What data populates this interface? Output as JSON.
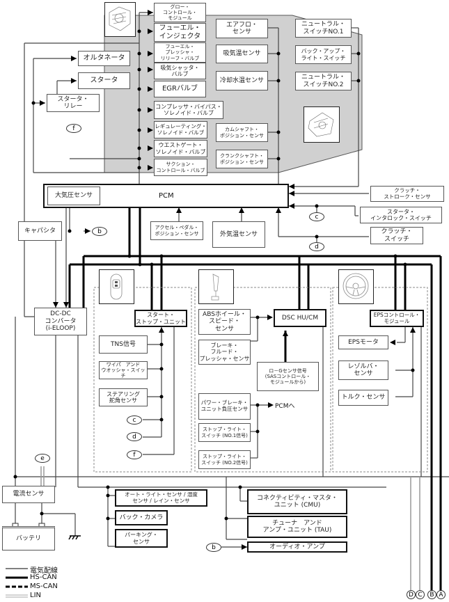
{
  "engine_area": {
    "actuators": [
      "グロー・\nコントロール・\nモジュール",
      "フューエル・\nインジェクタ",
      "フューエル・\nプレッシャ・\nリリーフ・バルブ",
      "吸気シャッタ・\nバルブ",
      "EGRバルブ",
      "コンプレッサ・バイパス・\nソレノイド・バルブ",
      "レギュレーティング・\nソレノイド・バルブ",
      "ウエストゲート・\nソレノイド・バルブ",
      "サクション・\nコントロール・バルブ"
    ],
    "sensors": [
      "エアフロ・\nセンサ",
      "吸気温センサ",
      "冷却水温センサ",
      "カムシャフト・\nポジション・センサ",
      "クランクシャフト・\nポジション・センサ"
    ],
    "transmission_switches": [
      "ニュートラル・\nスイッチNO.1",
      "バック・アップ・\nライト・スイッチ",
      "ニュートラル・\nスイッチNO.2"
    ]
  },
  "charging": {
    "alternator": "オルタネータ",
    "starter": "スタータ",
    "starter_relay": "スタータ・\nリレー"
  },
  "pcm": {
    "label": "PCM",
    "baro_sensor": "大気圧センサ",
    "inputs_right": [
      "クラッチ・\nストローク・センサ",
      "スタータ・\nインタロック・スイッチ",
      "クラッチ・\nスイッチ"
    ],
    "inputs_bottom": [
      "アクセル・ペダル・\nポジション・センサ",
      "外気温センサ"
    ]
  },
  "capacitor": "キャパシタ",
  "dcdc": "DC-DC\nコンバータ\n(i-ELOOP)",
  "start_stop": {
    "unit": "スタート・\nストップ・ユニット",
    "inputs": [
      "TNS信号",
      "ワイパ　アンド\nウオッシャ・スイッチ",
      "ステアリング\n舵角センサ"
    ]
  },
  "dsc": {
    "unit": "DSC HU/CM",
    "abs": "ABSホイール・\nスピード・\nセンサ",
    "brake_fluid": "ブレーキ・\nフルード・\nプレッシャ・センサ",
    "lowg": "ロ－Gセンサ信号\n(SASコントロール・\nモジュールから)",
    "power_brake": "パワー・ブレーキ・\nユニット負圧センサ",
    "stop_light1": "ストップ・ライト・\nスイッチ (NO.1信号)",
    "stop_light2": "ストップ・ライト・\nスイッチ (NO.2信号)",
    "to_pcm": "PCMへ"
  },
  "eps": {
    "module": "EPSコントロール・\nモジュール",
    "motor": "EPSモータ",
    "resolver": "レゾルバ・\nセンサ",
    "torque": "トルク・センサ"
  },
  "battery_area": {
    "current_sensor": "電流センサ",
    "battery": "バッテリ"
  },
  "body_modules": {
    "auto_light": "オート・ライト・センサ / 湿度\nセンサ / レイン・センサ",
    "back_camera": "バック・カメラ",
    "parking": "パーキング・\nセンサ",
    "cmu": "コネクティビティ・マスタ・\nユニット (CMU)",
    "tau": "チューナ　アンド\nアンプ・ユニット (TAU)",
    "audio_amp": "オーディオ・アンプ"
  },
  "connectors": {
    "b": "b",
    "c": "c",
    "d": "d",
    "e": "e",
    "f": "f"
  },
  "bus_terminals": [
    "D",
    "C",
    "B",
    "A"
  ],
  "legend": [
    {
      "label": "電気配線",
      "style": "thin"
    },
    {
      "label": "HS-CAN",
      "style": "thick"
    },
    {
      "label": "MS-CAN",
      "style": "dashed"
    },
    {
      "label": "LIN",
      "style": "double-gray"
    }
  ]
}
